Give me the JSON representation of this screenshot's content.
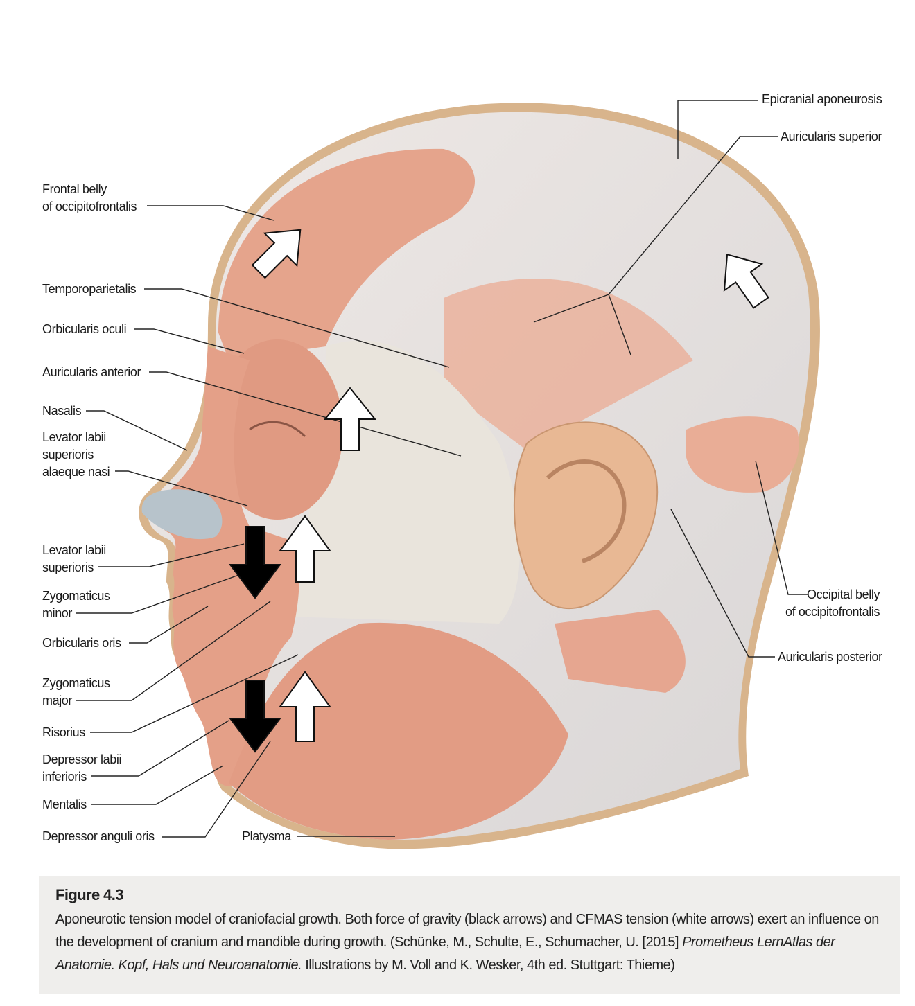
{
  "figure": {
    "labels": {
      "frontal_belly": [
        "Frontal belly",
        "of occipitofrontalis"
      ],
      "temporoparietalis": "Temporoparietalis",
      "orbicularis_oculi": "Orbicularis oculi",
      "auricularis_anterior": "Auricularis anterior",
      "nasalis": "Nasalis",
      "levator_alaeque": [
        "Levator labii",
        "superioris",
        "alaeque nasi"
      ],
      "levator_labii_superioris": [
        "Levator labii",
        "superioris"
      ],
      "zygomaticus_minor": [
        "Zygomaticus",
        "minor"
      ],
      "orbicularis_oris": "Orbicularis oris",
      "zygomaticus_major": [
        "Zygomaticus",
        "major"
      ],
      "risorius": "Risorius",
      "depressor_labii_inferioris": [
        "Depressor labii",
        "inferioris"
      ],
      "mentalis": "Mentalis",
      "depressor_anguli_oris": "Depressor anguli oris",
      "platysma": "Platysma",
      "epicranial_aponeurosis": "Epicranial aponeurosis",
      "auricularis_superior": "Auricularis superior",
      "occipital_belly": [
        "Occipital belly",
        "of occipitofrontalis"
      ],
      "auricularis_posterior": "Auricularis posterior"
    },
    "arrows": {
      "white": "CFMAS tension",
      "black": "force of gravity"
    },
    "colors": {
      "muscle": "#e5a48c",
      "aponeurosis": "#e4e1df",
      "ear": "#e8b894",
      "caption_bg": "#efeeec"
    }
  },
  "caption": {
    "title": "Figure 4.3",
    "text_1": "Aponeurotic tension model of craniofacial growth. Both force of gravity (black arrows) and CFMAS tension (white arrows) exert an influence on the development of cranium and mandible during growth. (Schünke, M., Schulte, E., Schumacher, U. [2015] ",
    "italic_1": "Prometheus LernAtlas der Anatomie. Kopf, Hals und Neuroanatomie.",
    "text_2": " Illustrations by M. Voll and K. Wesker, 4th ed. Stuttgart: Thieme)"
  }
}
